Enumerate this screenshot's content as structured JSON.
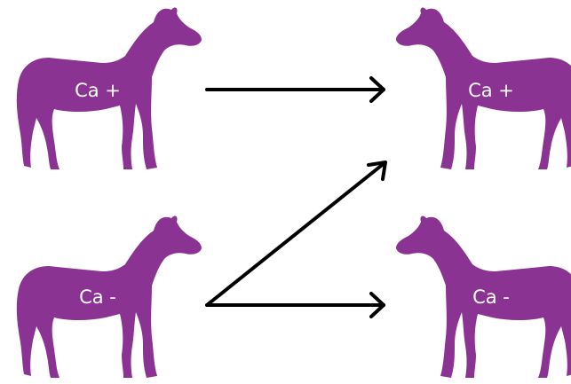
{
  "colors": {
    "horse": "#8b3392",
    "arrow": "#000000",
    "label": "#ffffff",
    "background": "#ffffff"
  },
  "horses": {
    "top_left": {
      "icon": "horse-icon",
      "label": "Ca +"
    },
    "bottom_left": {
      "icon": "horse-icon",
      "label": "Ca -"
    },
    "top_right": {
      "icon": "horse-icon",
      "label": "Ca +"
    },
    "bottom_right": {
      "icon": "horse-icon",
      "label": "Ca -"
    }
  },
  "arrows": [
    {
      "from": "top_left",
      "to": "top_right"
    },
    {
      "from": "bottom_left",
      "to": "top_right"
    },
    {
      "from": "bottom_left",
      "to": "bottom_right"
    }
  ]
}
